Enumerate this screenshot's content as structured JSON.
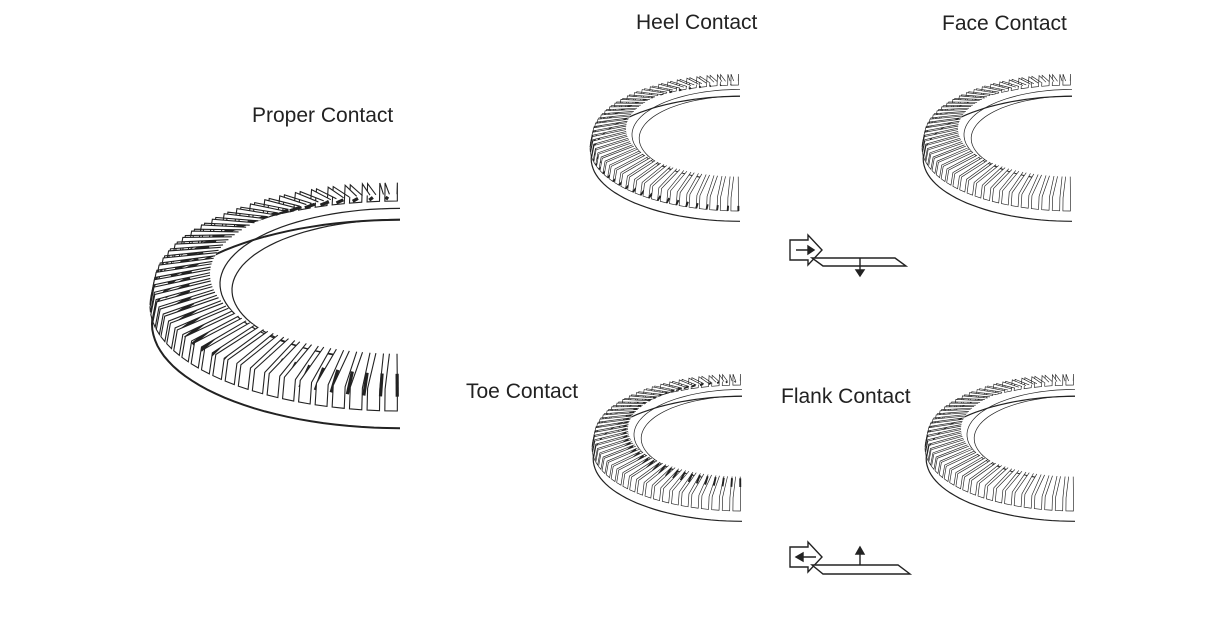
{
  "labels": {
    "proper": "Proper Contact",
    "heel": "Heel Contact",
    "face": "Face Contact",
    "toe": "Toe Contact",
    "flank": "Flank Contact"
  },
  "colors": {
    "ink": "#222222",
    "paper": "#ffffff"
  }
}
